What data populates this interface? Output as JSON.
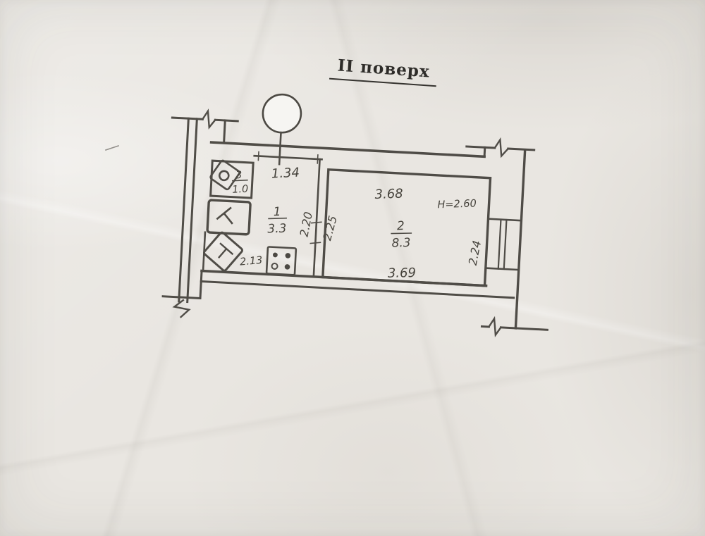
{
  "title": "II поверх",
  "plan": {
    "rooms": [
      {
        "number": "1",
        "area": "3.3"
      },
      {
        "number": "2",
        "area": "8.3"
      },
      {
        "number": "3",
        "area": "1.0"
      }
    ],
    "dimensions": {
      "kitchen_top": "1.34",
      "kitchen_right": "2.20",
      "room2_left": "2.25",
      "room2_top": "3.68",
      "ceiling_height": "H=2.60",
      "room2_right": "2.24",
      "room2_bottom": "3.69",
      "kitchen_sink": "2.13"
    }
  },
  "colors": {
    "ink": "#43403a",
    "paper": "#e9e6e1"
  }
}
